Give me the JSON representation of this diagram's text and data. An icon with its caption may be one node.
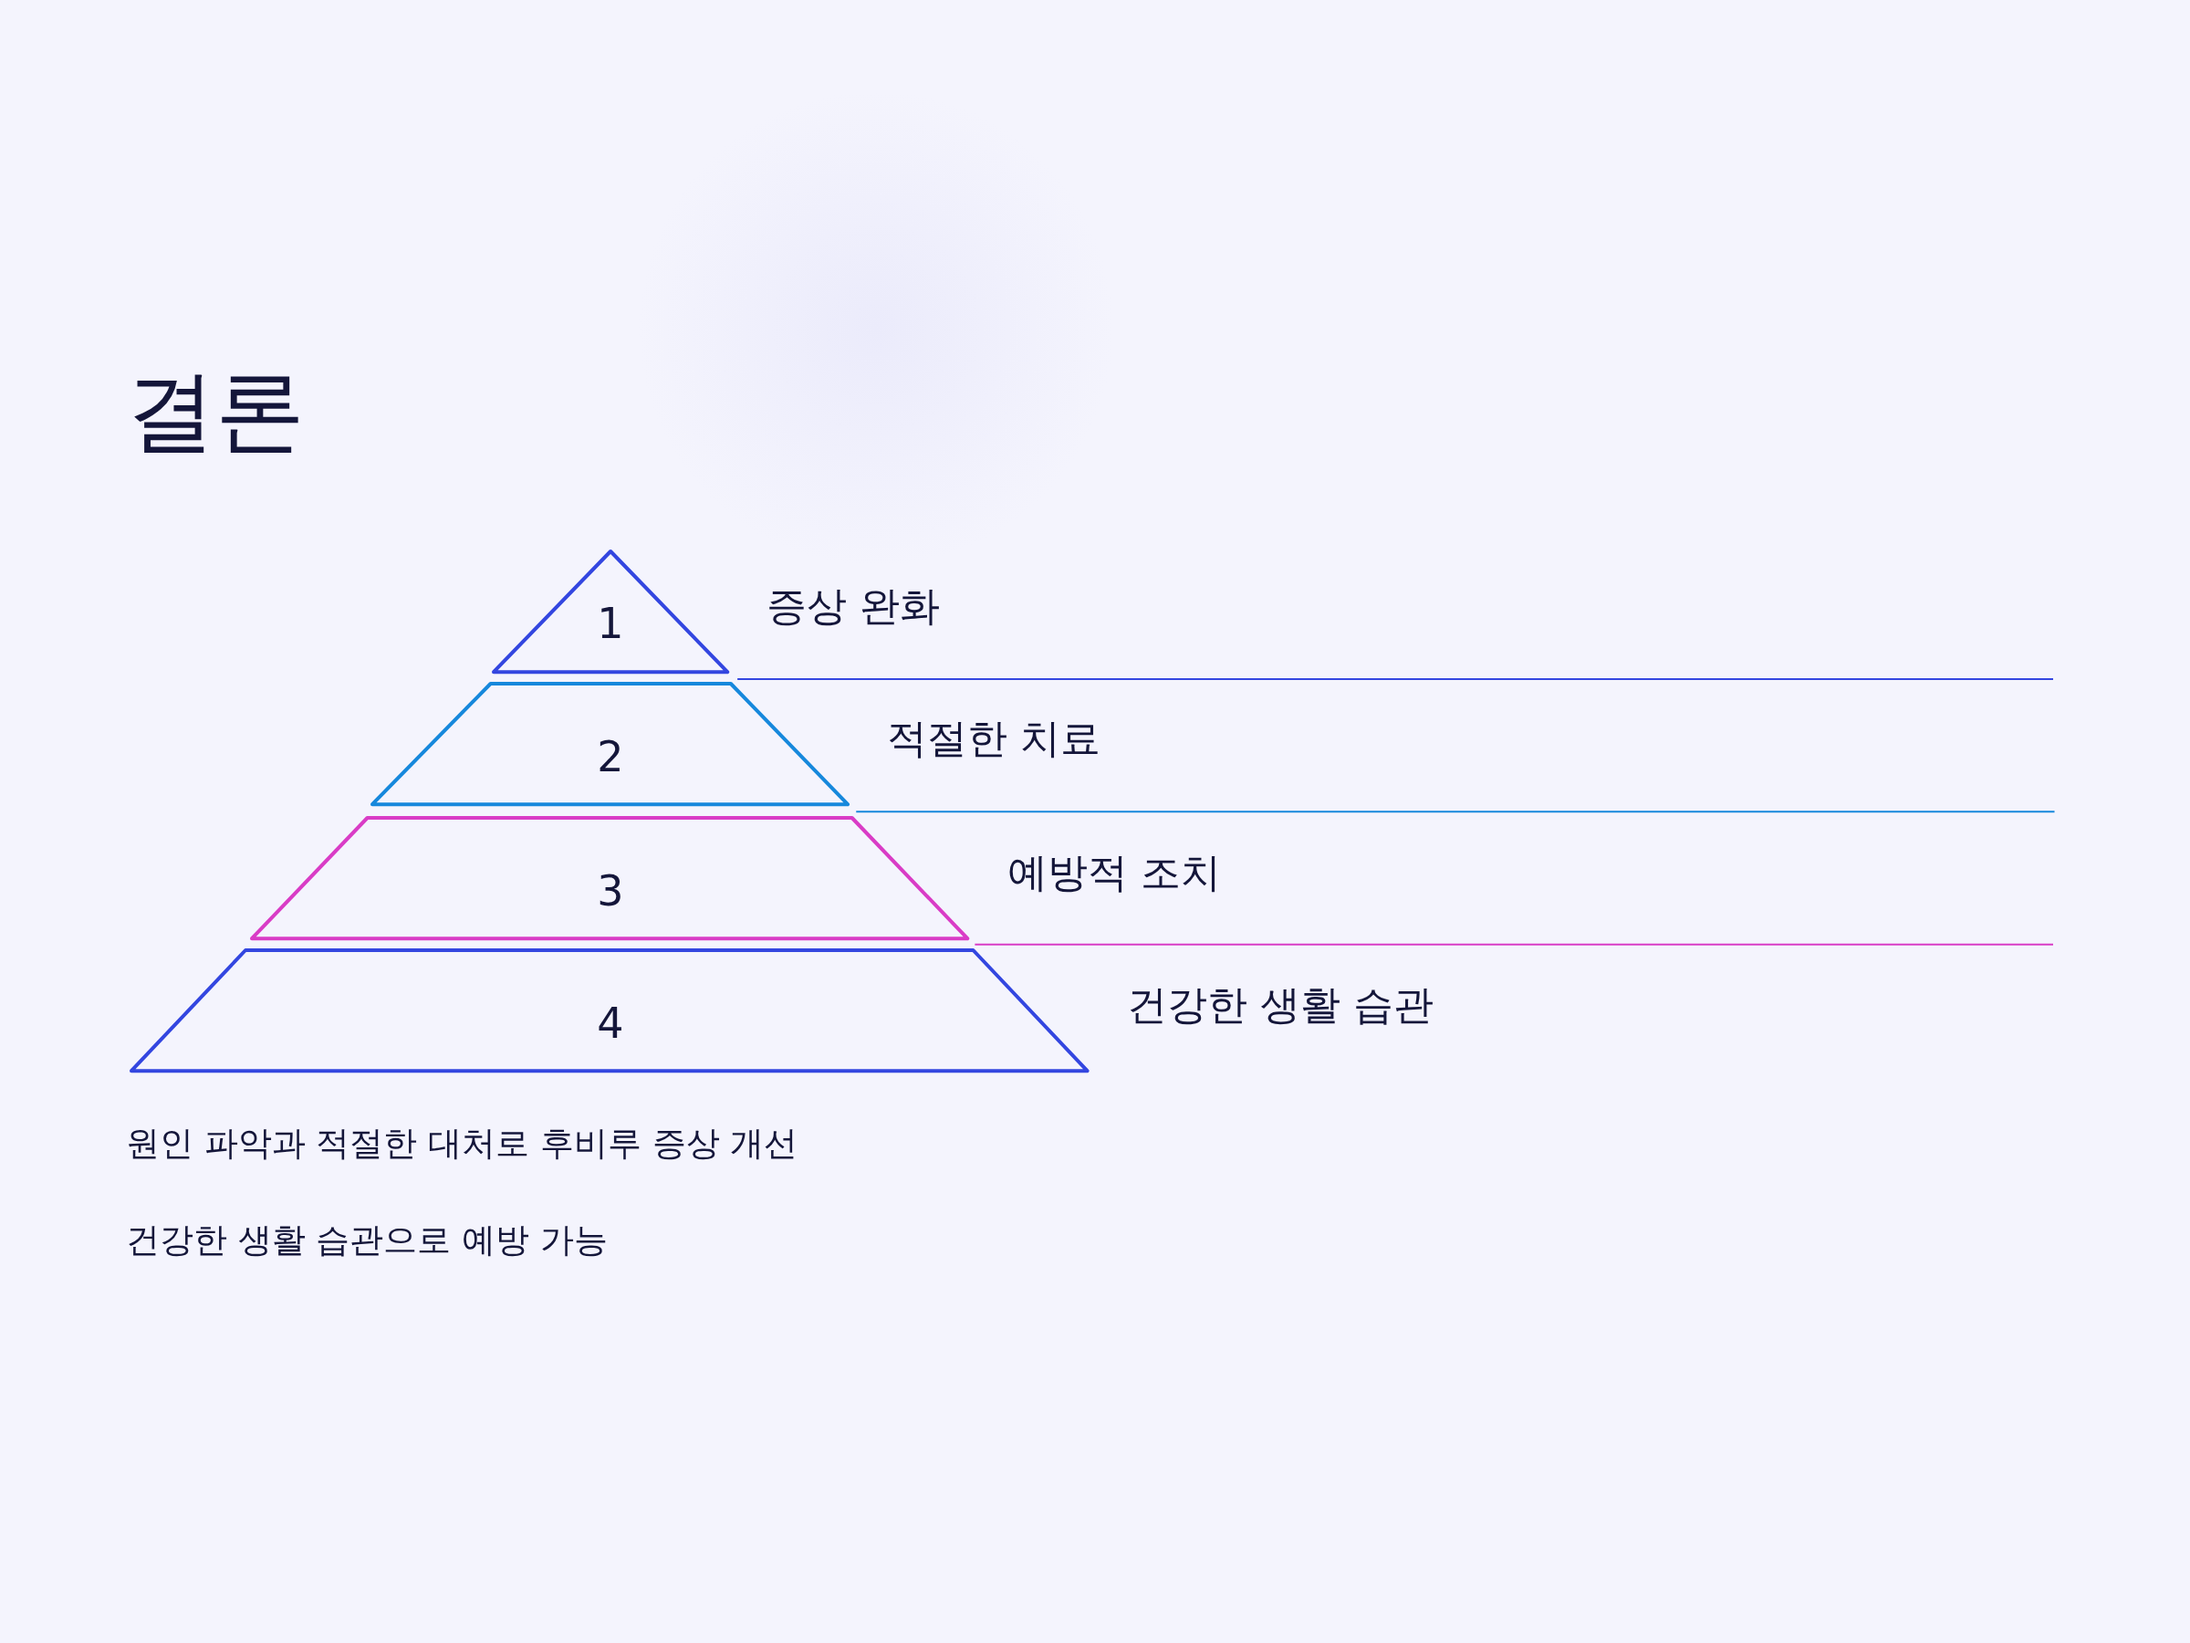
{
  "diagram": {
    "title": "결론",
    "nodes": [
      {
        "text": [
          "1"
        ],
        "beside": [
          "증상 완화"
        ]
      },
      {
        "text": [
          "2"
        ],
        "beside": [
          "적절한 치료"
        ]
      },
      {
        "text": [
          "3"
        ],
        "beside": [
          "예방적 조치"
        ]
      },
      {
        "text": [
          "4"
        ],
        "beside": [
          "건강한 생활 습관"
        ]
      }
    ],
    "edges": [],
    "labels": [
      "원인 파악과 적절한 대처로 후비루 증상 개선",
      "건강한 생활 습관으로 예방 가능"
    ]
  }
}
